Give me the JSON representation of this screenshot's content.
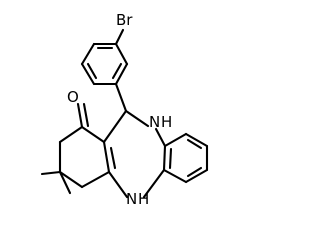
{
  "molecule": {
    "labels": {
      "bromine": "Br",
      "oxygen": "O",
      "nh_top": "N",
      "h_top": "H",
      "nh_bottom": "N",
      "h_bottom": "H"
    }
  }
}
